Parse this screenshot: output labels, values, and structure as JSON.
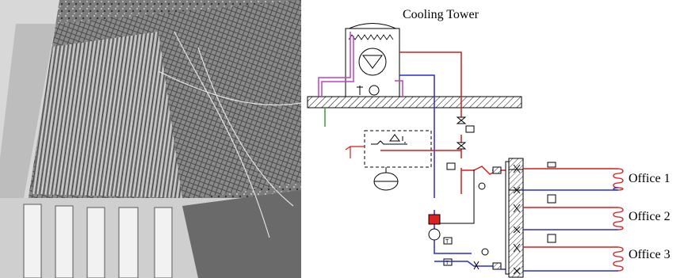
{
  "diagram": {
    "title": "Cooling Tower",
    "offices": [
      "Office 1",
      "Office 2",
      "Office 3"
    ],
    "pipe_colors": {
      "supply": "#d81b1b",
      "return": "#2a2ad8",
      "makeup": "#c040c0",
      "drain": "#3a9a3a"
    },
    "valve_label": "T"
  }
}
